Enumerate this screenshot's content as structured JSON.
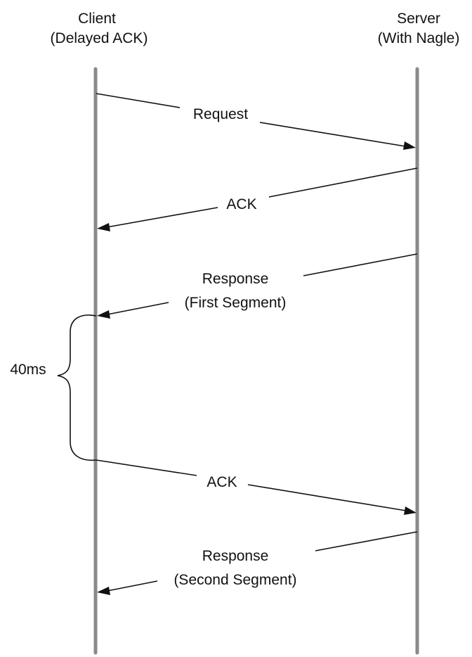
{
  "participants": {
    "client": {
      "name": "Client",
      "note": "(Delayed ACK)"
    },
    "server": {
      "name": "Server",
      "note": "(With Nagle)"
    }
  },
  "messages": [
    {
      "label": [
        "Request"
      ],
      "from": "client",
      "to": "server"
    },
    {
      "label": [
        "ACK"
      ],
      "from": "server",
      "to": "client"
    },
    {
      "label": [
        "Response",
        "(First Segment)"
      ],
      "from": "server",
      "to": "client"
    },
    {
      "label": [
        "ACK"
      ],
      "from": "client",
      "to": "server"
    },
    {
      "label": [
        "Response",
        "(Second Segment)"
      ],
      "from": "server",
      "to": "client"
    }
  ],
  "delay": {
    "label": "40ms",
    "on": "client",
    "between_messages": [
      3,
      4
    ]
  },
  "colors": {
    "lifeline": "#8a8a8a",
    "arrow": "#111111",
    "text": "#111111",
    "background": "#ffffff"
  }
}
